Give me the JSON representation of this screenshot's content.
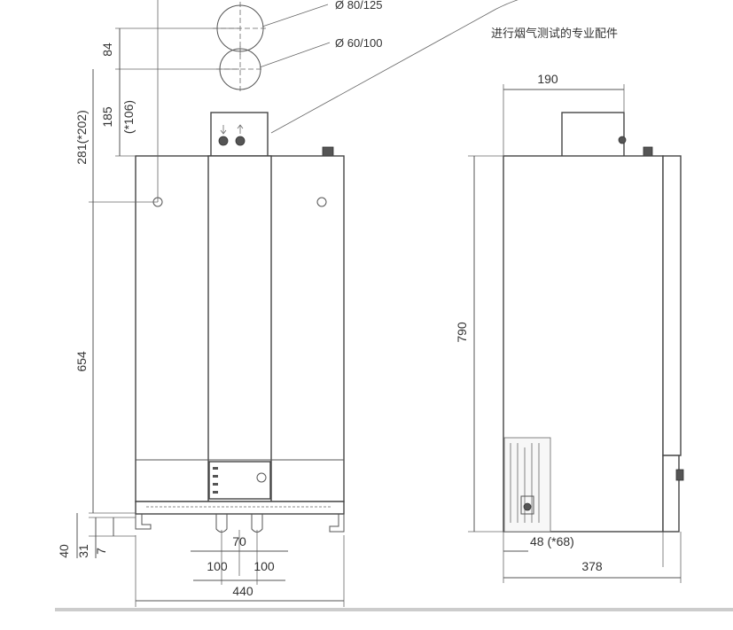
{
  "labels": {
    "pipe_large": "Ø 80/125",
    "pipe_small": "Ø 60/100",
    "flue_note": "进行烟气测试的专业配件"
  },
  "dims_front": {
    "d84": "84",
    "d185": "185",
    "d106": "(*106)",
    "d281": "281(*202)",
    "d654": "654",
    "d40": "40",
    "d31": "31",
    "d7": "7",
    "d70": "70",
    "d100a": "100",
    "d100b": "100",
    "d440": "440"
  },
  "dims_side": {
    "d190": "190",
    "d790": "790",
    "d48": "48 (*68)",
    "d378": "378"
  },
  "colors": {
    "line": "#555555",
    "divider": "#cccccc"
  }
}
